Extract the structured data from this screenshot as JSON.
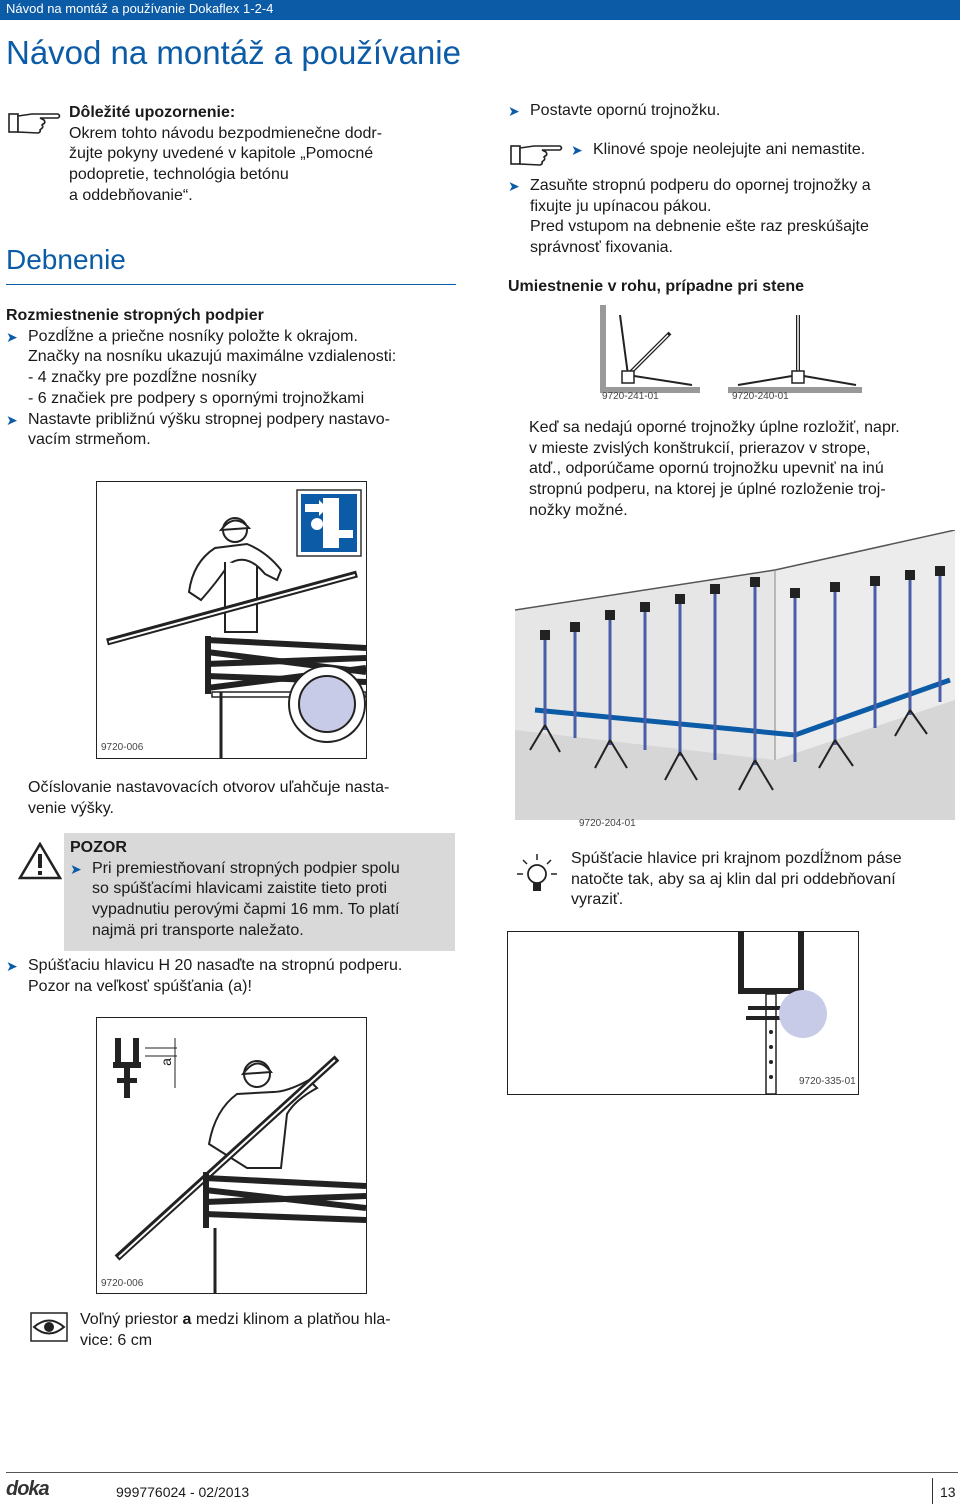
{
  "header": {
    "doc_title": "Návod na montáž a používanie Dokaflex 1-2-4"
  },
  "page_title": "Návod na montáž a používanie",
  "notice": {
    "heading": "Dôležité upozornenie:",
    "lines": [
      "Okrem tohto návodu bezpodmienečne dodr-",
      "žujte pokyny uvedené v kapitole „Pomocné",
      "podopretie, technológia betónu",
      "a oddebňovanie“."
    ]
  },
  "section": {
    "title": "Debnenie"
  },
  "placement": {
    "heading": "Rozmiestnenie stropných podpier",
    "bullet1": "Pozdĺžne a priečne nosníky položte k okrajom.",
    "text1": "Značky na nosníku ukazujú maximálne vzdialenosti:",
    "text2": "- 4 značky pre pozdĺžne nosníky",
    "text3": "- 6 značiek pre podpery s opornými trojnožkami",
    "bullet2_l1": "Nastavte približnú výšku stropnej podpery nastavo-",
    "bullet2_l2": "vacím strmeňom."
  },
  "figures": {
    "f1": "9720-006",
    "f2": "9720-006",
    "f3": "9720-241-01",
    "f4": "9720-240-01",
    "f5": "9720-204-01",
    "f6": "9720-335-01",
    "f2_label": "a"
  },
  "numbering": {
    "l1": "Očíslovanie nastavovacích otvorov uľahčuje nasta-",
    "l2": "venie výšky."
  },
  "warning": {
    "heading": "POZOR",
    "l1": "Pri premiestňovaní stropných podpier spolu",
    "l2": "so spúšťacími hlavicami zaistite tieto proti",
    "l3": "vypadnutiu perovými čapmi 16 mm. To platí",
    "l4": "najmä pri transporte naležato."
  },
  "lowering": {
    "l1": "Spúšťaciu hlavicu H 20 nasaďte na stropnú podperu.",
    "l2": "Pozor na veľkosť spúšťania (a)!"
  },
  "clearance": {
    "l1_pre": "Voľný priestor ",
    "l1_bold": "a",
    "l1_post": " medzi klinom a platňou hla-",
    "l2": "vice: 6 cm"
  },
  "right": {
    "b1": "Postavte opornú trojnožku.",
    "b2": "Klinové spoje neolejujte ani nemastite.",
    "b3_l1": "Zasuňte stropnú podperu do opornej trojnožky a",
    "b3_l2": "fixujte ju upínacou pákou.",
    "b3_l3": "Pred vstupom na debnenie ešte raz preskúšajte",
    "b3_l4": "správnosť fixovania.",
    "corner_heading": "Umiestnenie v rohu, prípadne pri stene",
    "corner_l1": "Keď sa nedajú oporné trojnožky úplne rozložiť, napr.",
    "corner_l2": "v mieste zvislých konštrukcií, prierazov v strope,",
    "corner_l3": "atď., odporúčame opornú trojnožku upevniť na inú",
    "corner_l4": "stropnú podperu, na ktorej je úplné rozloženie troj-",
    "corner_l5": "nožky možné.",
    "tip_l1": "Spúšťacie hlavice pri krajnom pozdĺžnom páse",
    "tip_l2": "natočte tak, aby sa aj klin dal pri oddebňovaní",
    "tip_l3": "vyraziť."
  },
  "footer": {
    "logo": "doka",
    "doc_no": "999776024 - 02/2013",
    "page": "13"
  },
  "colors": {
    "accent": "#0b5ba7",
    "warning_bg": "#d9d9d9",
    "figure_blue": "#c7cbe8"
  }
}
